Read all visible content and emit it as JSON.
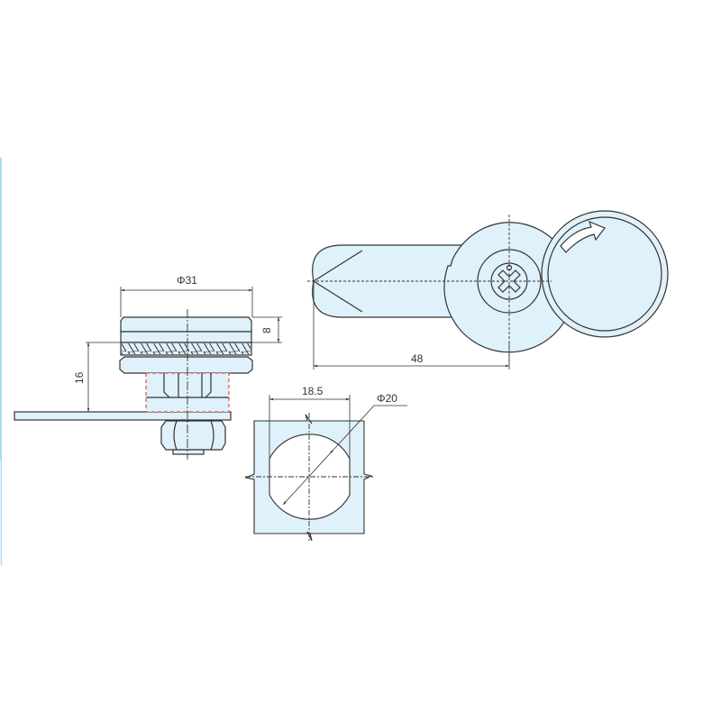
{
  "drawing": {
    "title": "Cam lock technical drawing",
    "colors": {
      "fill": "#dff1fa",
      "stroke": "#333333",
      "hidden_line": "#d9534f",
      "edge_bar": "#a8dcf0"
    },
    "views": {
      "side_view": {
        "dim_diameter": "Φ31",
        "dim_head_height": "8",
        "dim_grip": "16"
      },
      "top_view": {
        "dim_length": "48"
      },
      "cutout_view": {
        "dim_width": "18.5",
        "dim_diameter": "Φ20"
      }
    }
  }
}
